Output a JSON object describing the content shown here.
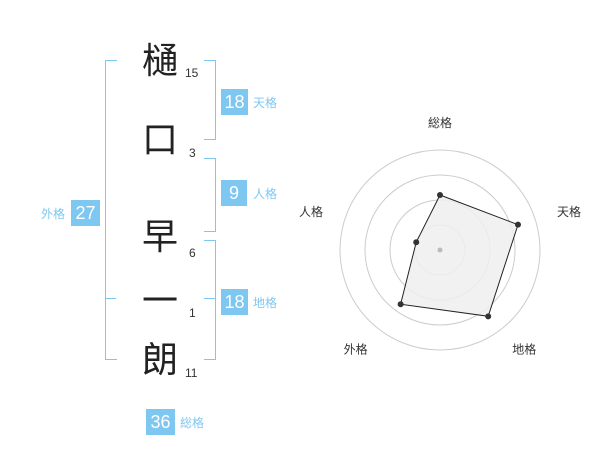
{
  "name_chars": [
    {
      "char": "樋",
      "strokes": "15"
    },
    {
      "char": "口",
      "strokes": "3"
    },
    {
      "char": "早",
      "strokes": "6"
    },
    {
      "char": "一",
      "strokes": "1"
    },
    {
      "char": "朗",
      "strokes": "11"
    }
  ],
  "kakusu": {
    "tenkaku": {
      "value": "18",
      "label": "天格"
    },
    "jinkaku": {
      "value": "9",
      "label": "人格"
    },
    "chikaku": {
      "value": "18",
      "label": "地格"
    },
    "gaikaku": {
      "value": "27",
      "label": "外格"
    },
    "soukaku": {
      "value": "36",
      "label": "総格"
    }
  },
  "colors": {
    "accent": "#7ec7f0",
    "radar_fill": "#efefef",
    "radar_line": "#222222"
  },
  "chart_data": {
    "type": "radar",
    "axes": [
      "総格",
      "天格",
      "地格",
      "外格",
      "人格"
    ],
    "values": [
      0.55,
      0.82,
      0.82,
      0.67,
      0.25
    ],
    "range": [
      0,
      1
    ],
    "rings": 4,
    "grid": true
  }
}
